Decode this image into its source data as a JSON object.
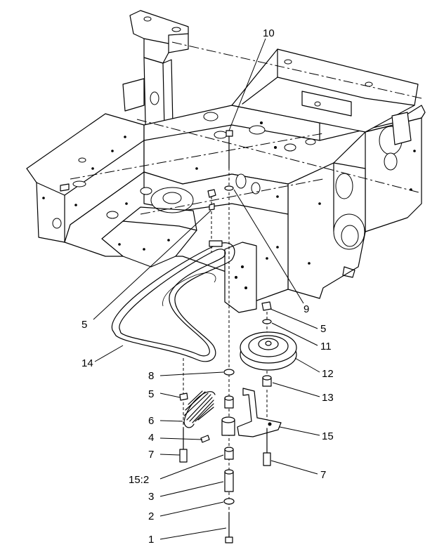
{
  "callouts": [
    {
      "id": "c10",
      "text": "10"
    },
    {
      "id": "c9",
      "text": "9"
    },
    {
      "id": "c5a",
      "text": "5"
    },
    {
      "id": "c5b",
      "text": "5"
    },
    {
      "id": "c11",
      "text": "11"
    },
    {
      "id": "c14",
      "text": "14"
    },
    {
      "id": "c12",
      "text": "12"
    },
    {
      "id": "c8",
      "text": "8"
    },
    {
      "id": "c5c",
      "text": "5"
    },
    {
      "id": "c13",
      "text": "13"
    },
    {
      "id": "c6",
      "text": "6"
    },
    {
      "id": "c4",
      "text": "4"
    },
    {
      "id": "c15",
      "text": "15"
    },
    {
      "id": "c7a",
      "text": "7"
    },
    {
      "id": "c7b",
      "text": "7"
    },
    {
      "id": "c15_2",
      "text": "15:2"
    },
    {
      "id": "c3",
      "text": "3"
    },
    {
      "id": "c2",
      "text": "2"
    },
    {
      "id": "c1",
      "text": "1"
    }
  ]
}
